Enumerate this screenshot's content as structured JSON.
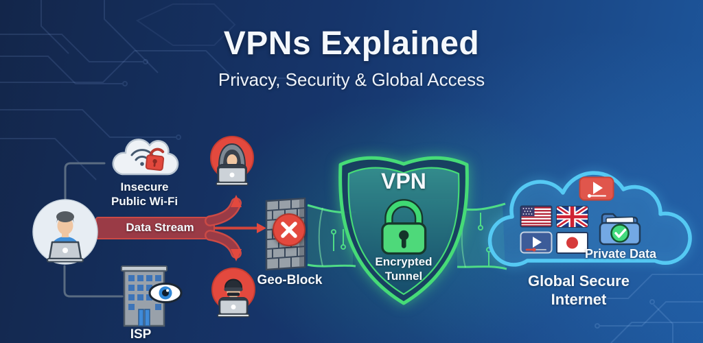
{
  "header": {
    "title": "VPNs Explained",
    "subtitle": "Privacy, Security & Global Access"
  },
  "user_side": {
    "insecure_wifi_line1": "Insecure",
    "insecure_wifi_line2": "Public Wi-Fi",
    "data_stream_label": "Data Stream",
    "isp_label": "ISP"
  },
  "threats": {
    "geo_block_label": "Geo-Block"
  },
  "vpn": {
    "label": "VPN",
    "tunnel_line1": "Encrypted",
    "tunnel_line2": "Tunnel"
  },
  "secure_cloud": {
    "private_data_label": "Private Data",
    "caption": "Global Secure Internet"
  },
  "colors": {
    "background_navy": "#14294e",
    "background_blue": "#1e59a0",
    "danger_red": "#e3493e",
    "stream_maroon": "#9a3b46",
    "vpn_green": "#46db77",
    "lock_green": "#4ed97a",
    "cloud_cyan": "#55c9f3",
    "folder_blue": "#73a8e4"
  },
  "icons": [
    "user-laptop-icon",
    "wifi-cloud-unlocked-icon",
    "open-padlock-icon",
    "wifi-signal-icon",
    "isp-building-icon",
    "surveillance-eye-icon",
    "hacker-hood-icon",
    "hacker-beanie-icon",
    "brick-wall-icon",
    "blocked-x-icon",
    "vpn-shield-icon",
    "encrypted-padlock-icon",
    "secure-cloud-icon",
    "video-player-red-icon",
    "us-flag-icon",
    "uk-flag-icon",
    "video-player-navy-icon",
    "japan-flag-icon",
    "private-data-folder-icon",
    "check-icon"
  ]
}
